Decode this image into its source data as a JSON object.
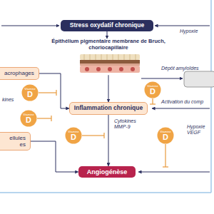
{
  "diagram": {
    "nodes": [
      {
        "text": [
          "Stress oxydatif chronique"
        ]
      },
      {
        "text": [
          "Épithélium pigmentaire membrane de Bruch, choriocapillaire"
        ]
      },
      {
        "text": [
          "acrophages"
        ]
      },
      {
        "text": [
          "Vitamine",
          "D"
        ]
      },
      {
        "text": [
          "Vitamine",
          "D"
        ]
      },
      {
        "text": [
          "Inflammation chronique"
        ]
      },
      {
        "text": [
          "Vitamine",
          "D"
        ]
      },
      {
        "text": [
          "ellules es"
        ]
      },
      {
        "text": [
          "Vitamine",
          "D"
        ]
      },
      {
        "text": [
          "Vitamine",
          "D"
        ]
      },
      {
        "text": [
          "Angiogénèse"
        ]
      }
    ],
    "edges": [
      {
        "from": 0,
        "to": 1,
        "arrow": "to"
      },
      {
        "from": 1,
        "to": 5,
        "arrow": "to"
      },
      {
        "from": 5,
        "to": 10,
        "label": "Cytokines MMP-9",
        "arrow": "to"
      },
      {
        "from": 2,
        "to": 5,
        "arrow": "to"
      },
      {
        "from": 7,
        "to": 10,
        "arrow": "to"
      }
    ],
    "labels": [
      "Hypoxie",
      "Dépôt amyloïdes",
      "kines",
      "Activation du comp",
      "Hypoxie VEGF"
    ]
  }
}
